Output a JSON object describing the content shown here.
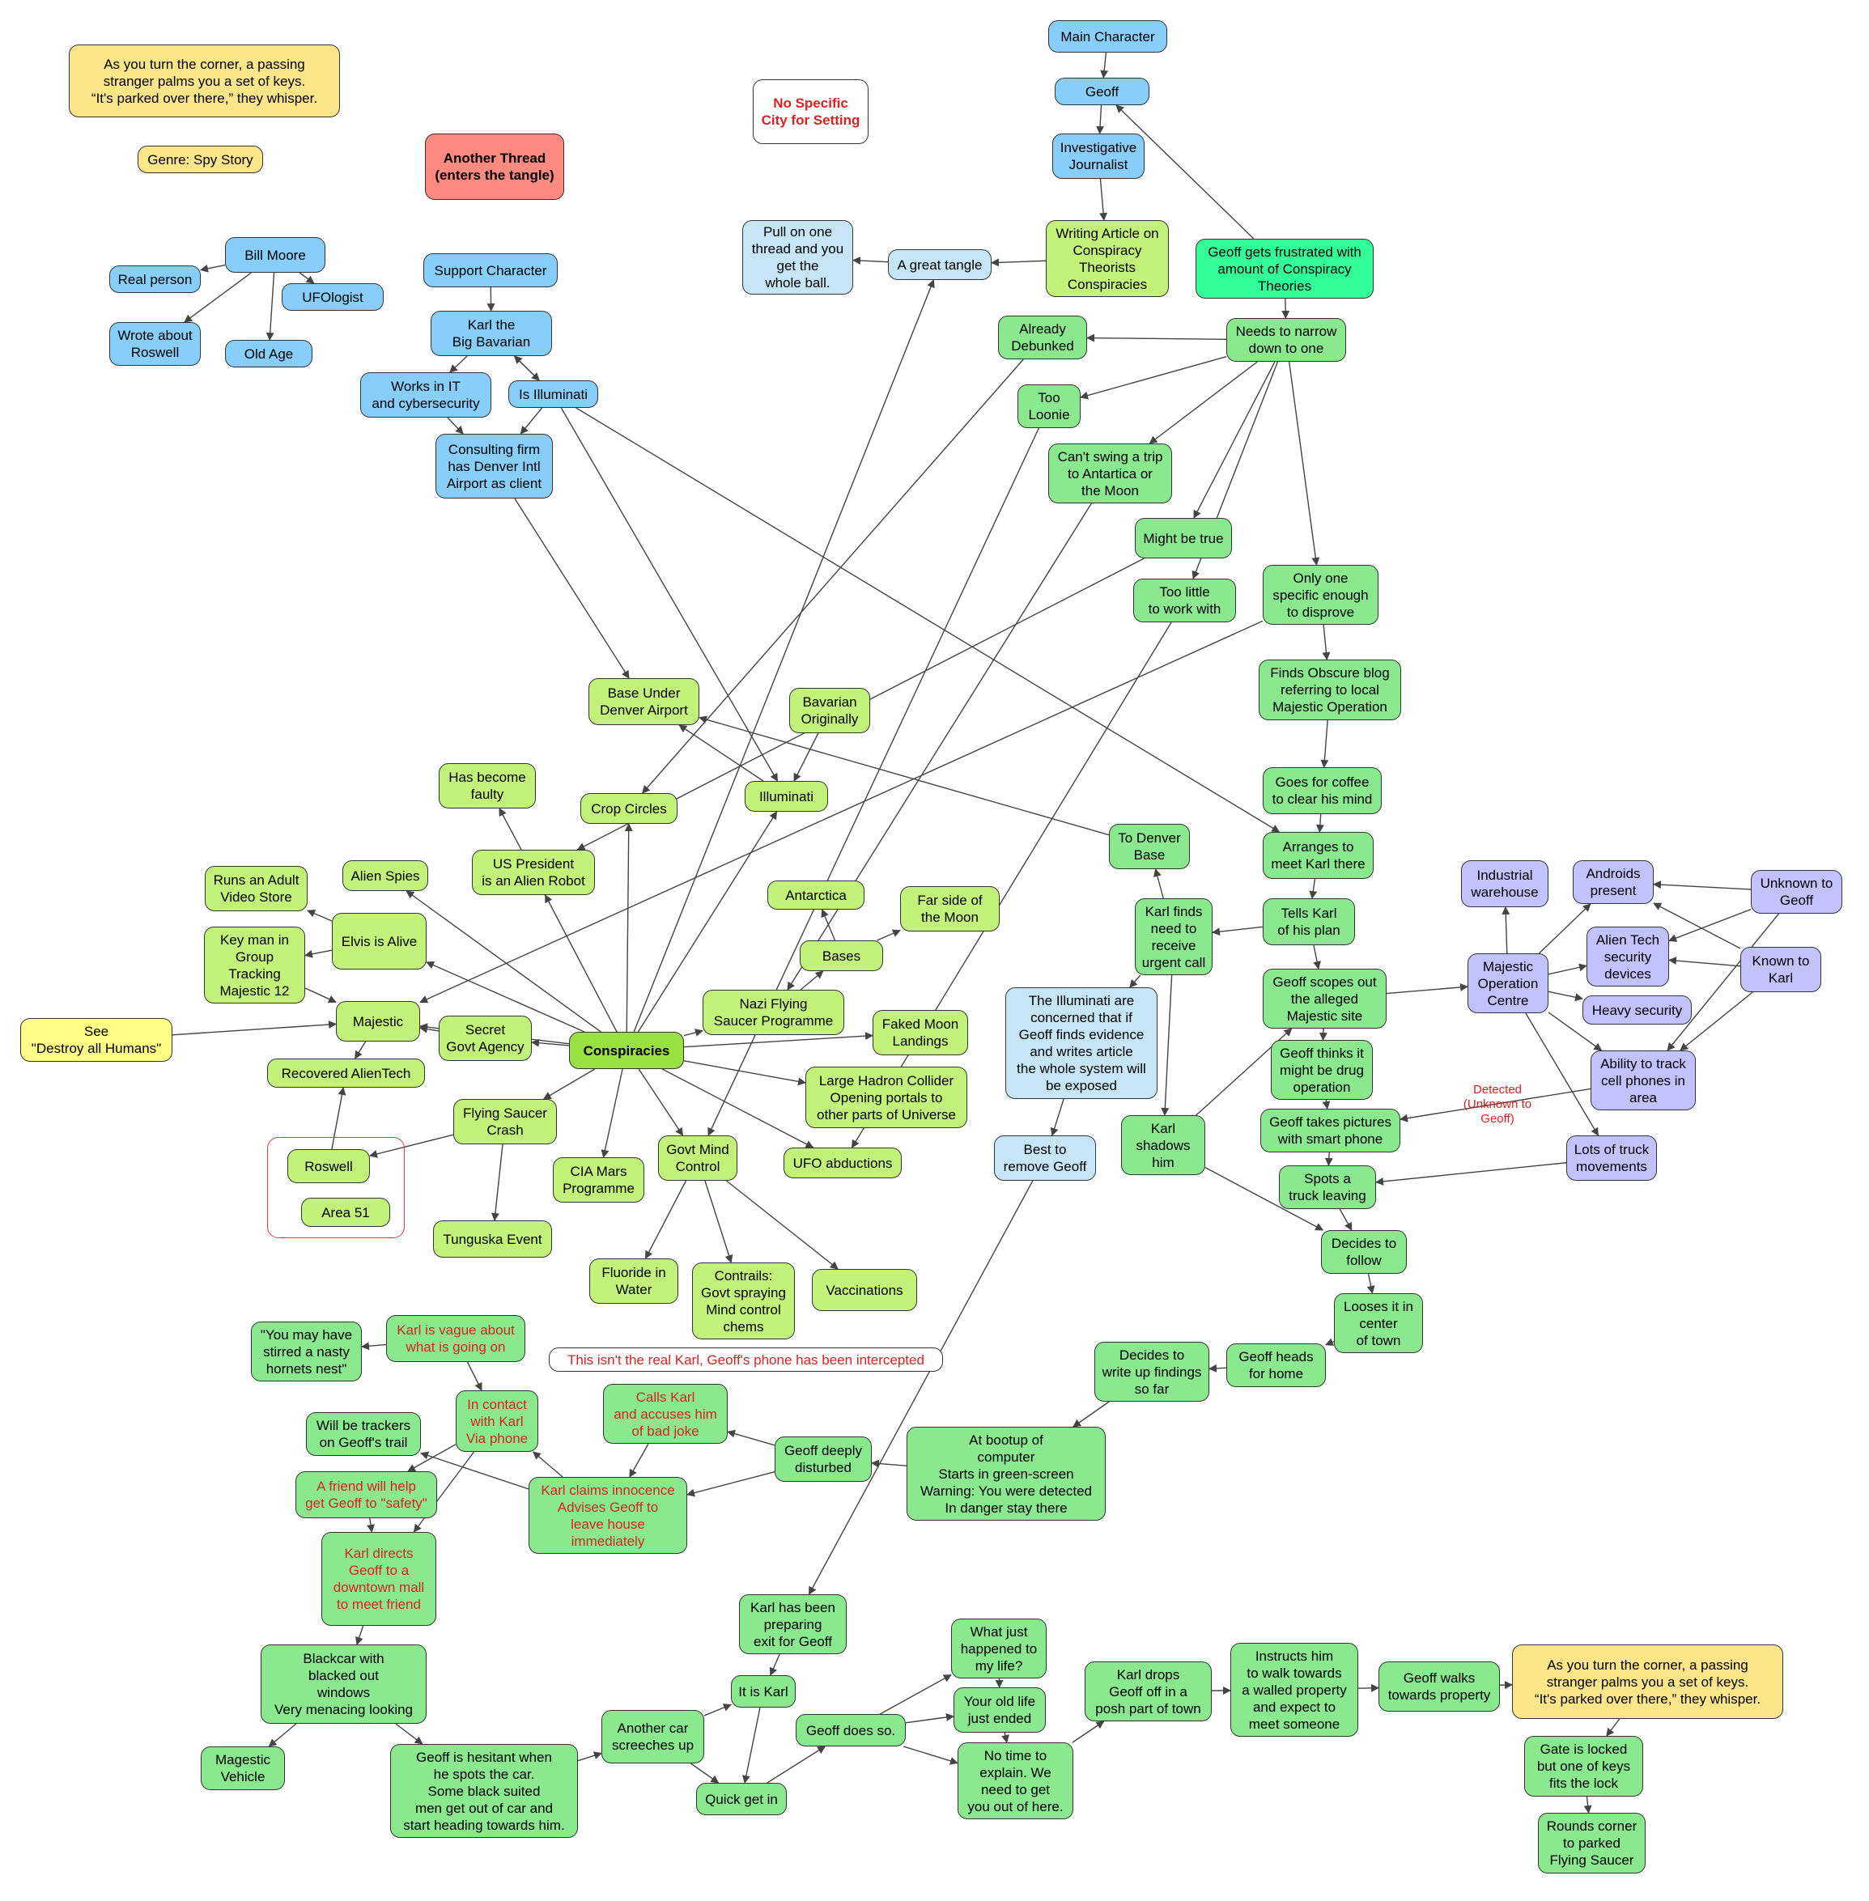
{
  "nodes": {
    "n_keys_top": "As you turn the corner, a passing\nstranger palms you a set of keys.\n“It's parked over there,” they whisper.",
    "n_genre": "Genre: Spy Story",
    "n_another": "Another Thread\n(enters the tangle)",
    "n_nocity": "No Specific\nCity for Setting",
    "n_mainchar": "Main Character",
    "n_geoff": "Geoff",
    "n_journalist": "Investigative\nJournalist",
    "n_writing": "Writing Article on\nConspiracy\nTheorists\nConspiracies",
    "n_tangle": "A great tangle",
    "n_pull": "Pull on one\nthread and you\nget the\nwhole ball.",
    "n_frustrated": "Geoff gets frustrated with\namount of Conspiracy\nTheories",
    "n_narrow": "Needs to narrow\ndown to one",
    "n_debunked": "Already\nDebunked",
    "n_loonie": "Too\nLoonie",
    "n_antartica_trip": "Can't swing a trip\nto Antartica or\nthe Moon",
    "n_mightbe": "Might be true",
    "n_toolittle": "Too little\nto work with",
    "n_onlyone": "Only one\nspecific enough\nto disprove",
    "n_obscure": "Finds Obscure blog\nreferring to local\nMajestic Operation",
    "n_coffee": "Goes for coffee\nto clear his mind",
    "n_arranges": "Arranges to\nmeet Karl there",
    "n_tellskarl": "Tells Karl\nof his plan",
    "n_scopes": "Geoff scopes out\nthe alleged\nMajestic site",
    "n_drugop": "Geoff thinks it\nmight be drug\noperation",
    "n_pictures": "Geoff takes pictures\nwith smart phone",
    "n_truck": "Spots a\ntruck leaving",
    "n_follow": "Decides to\nfollow",
    "n_looses": "Looses it in\ncenter\nof town",
    "n_heads": "Geoff heads\nfor home",
    "n_writeup": "Decides to\nwrite up findings\nso far",
    "n_bootup": "At bootup of\ncomputer\nStarts in green-screen\nWarning: You were detected\nIn danger stay there",
    "n_disturbed": "Geoff deeply\ndisturbed",
    "n_callskarl": "Calls Karl\nand accuses him\nof bad joke",
    "n_notreal": "This isn't the real Karl, Geoff's phone has been intercepted",
    "n_innocence": "Karl claims innocence\nAdvises Geoff to\nleave house\nimmediately",
    "n_vague": "Karl is vague about\nwhat is going on",
    "n_hornets": "\"You may have\nstirred a nasty\nhornets nest\"",
    "n_contact": "In contact\nwith Karl\nVia phone",
    "n_trackers": "Will be trackers\non Geoff's trail",
    "n_friend": "A friend will help\nget Geoff to \"safety\"",
    "n_directs": "Karl directs\nGeoff to a\ndowntown mall\nto meet friend",
    "n_blackcar": "Blackcar with\nblacked out\nwindows\nVery menacing looking",
    "n_magvehicle": "Magestic\nVehicle",
    "n_hesitant": "Geoff is hesitant when\nhe spots the car.\nSome black suited\nmen get out of car and\nstart heading towards him.",
    "n_anothercar": "Another car\nscreeches up",
    "n_preparing": "Karl has been\npreparing\nexit for Geoff",
    "n_itiskarl": "It is Karl",
    "n_quickgetin": "Quick get in",
    "n_doesso": "Geoff does so.",
    "n_whatjust": "What just\nhappened to\nmy life?",
    "n_oldlife": "Your old life\njust ended",
    "n_notime": "No time to\nexplain.  We\nneed to get\nyou out of here.",
    "n_karldrops": "Karl drops\nGeoff off in a\nposh part of town",
    "n_instructs": "Instructs him\nto walk towards\na walled property\nand expect to\nmeet someone",
    "n_walks": "Geoff walks\ntowards property",
    "n_keys_bottom": "As you turn the corner, a passing\nstranger palms you a set of keys.\n“It's parked over there,” they whisper.",
    "n_gate": "Gate is locked\nbut one of keys\nfits the lock",
    "n_rounds": "Rounds corner\nto parked\nFlying Saucer",
    "n_billmoore": "Bill Moore",
    "n_realperson": "Real person",
    "n_ufologist": "UFOlogist",
    "n_roswellwrote": "Wrote about\nRoswell",
    "n_oldage": "Old Age",
    "n_support": "Support Character",
    "n_karl": "Karl the\nBig Bavarian",
    "n_worksit": "Works in IT\nand cybersecurity",
    "n_isilluminati": "Is Illuminati",
    "n_consulting": "Consulting firm\nhas Denver Intl\nAirport as client",
    "n_basedenver": "Base Under\nDenver Airport",
    "n_bavarian": "Bavarian\nOriginally",
    "n_illuminati": "Illuminati",
    "n_cropcircles": "Crop Circles",
    "n_faulty": "Has become\nfaulty",
    "n_uspres": "US President\nis an Alien Robot",
    "n_alienspies": "Alien Spies",
    "n_adultvideo": "Runs an Adult\nVideo Store",
    "n_elvis": "Elvis is Alive",
    "n_keyman": "Key man in\nGroup\nTracking\nMajestic 12",
    "n_majestic": "Majestic",
    "n_see": "See\n\"Destroy all Humans\"",
    "n_secretgovt": "Secret\nGovt Agency",
    "n_recovered": "Recovered AlienTech",
    "n_conspiracies": "Conspiracies",
    "n_flyingcrash": "Flying Saucer\nCrash",
    "n_roswell": "Roswell",
    "n_area51": "Area 51",
    "n_tunguska": "Tunguska Event",
    "n_ciamars": "CIA Mars\nProgramme",
    "n_mindcontrol": "Govt Mind\nControl",
    "n_fluoride": "Fluoride in\nWater",
    "n_contrails": "Contrails:\nGovt spraying\nMind control\nchems",
    "n_vaccinations": "Vaccinations",
    "n_ufoabd": "UFO abductions",
    "n_hadron": "Large Hadron Collider\nOpening portals to\nother parts of Universe",
    "n_fakedmoon": "Faked Moon\nLandings",
    "n_nazi": "Nazi Flying\nSaucer Programme",
    "n_bases": "Bases",
    "n_antarctica": "Antarctica",
    "n_farside": "Far side of\nthe Moon",
    "n_todenver": "To Denver\nBase",
    "n_karlfinds": "Karl finds\nneed to\nreceive\nurgent call",
    "n_illumconcern": "The Illuminati are\nconcerned that if\nGeoff finds evidence\nand writes article\nthe whole system will\nbe exposed",
    "n_bestremove": "Best to\nremove Geoff",
    "n_shadows": "Karl\nshadows\nhim",
    "n_majop": "Majestic\nOperation\nCentre",
    "n_industrial": "Industrial\nwarehouse",
    "n_androids": "Androids\npresent",
    "n_alientech": "Alien Tech\nsecurity\ndevices",
    "n_heavysec": "Heavy security",
    "n_tracking": "Ability to track\ncell phones in\narea",
    "n_trucks": "Lots of truck\nmovements",
    "n_unknowngeoff": "Unknown to\nGeoff",
    "n_knownkarl": "Known to\nKarl"
  },
  "edge_label_detected": "Detected\n(Unknown to\nGeoff)"
}
